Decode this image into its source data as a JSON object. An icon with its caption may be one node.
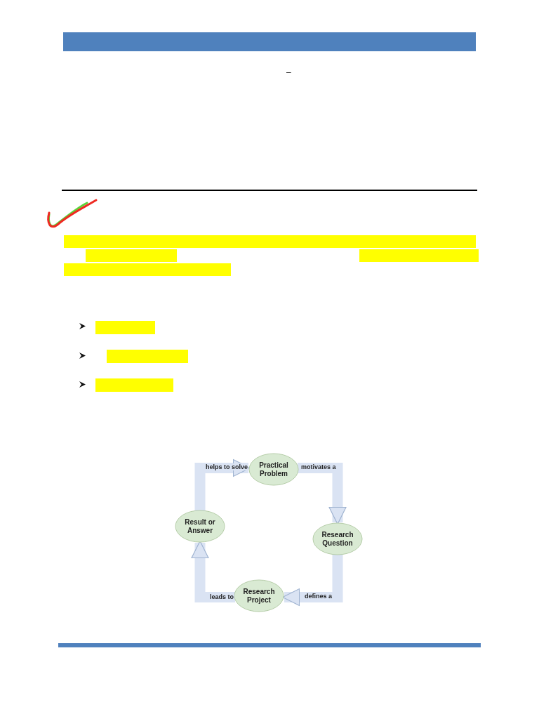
{
  "diagram": {
    "nodes": [
      {
        "text": [
          "Practical Problem"
        ]
      },
      {
        "text": [
          "Research Question"
        ]
      },
      {
        "text": [
          "Research Project"
        ]
      },
      {
        "text": [
          "Result or Answer"
        ]
      }
    ],
    "edges": [
      {
        "from": 0,
        "to": 1,
        "arrow": "to",
        "label": "motivates a"
      },
      {
        "from": 1,
        "to": 2,
        "arrow": "to",
        "label": "defines a"
      },
      {
        "from": 2,
        "to": 3,
        "arrow": "to",
        "label": "leads to"
      },
      {
        "from": 3,
        "to": 0,
        "arrow": "to",
        "label": "helps to solve"
      }
    ],
    "labels": [
      "–"
    ]
  }
}
